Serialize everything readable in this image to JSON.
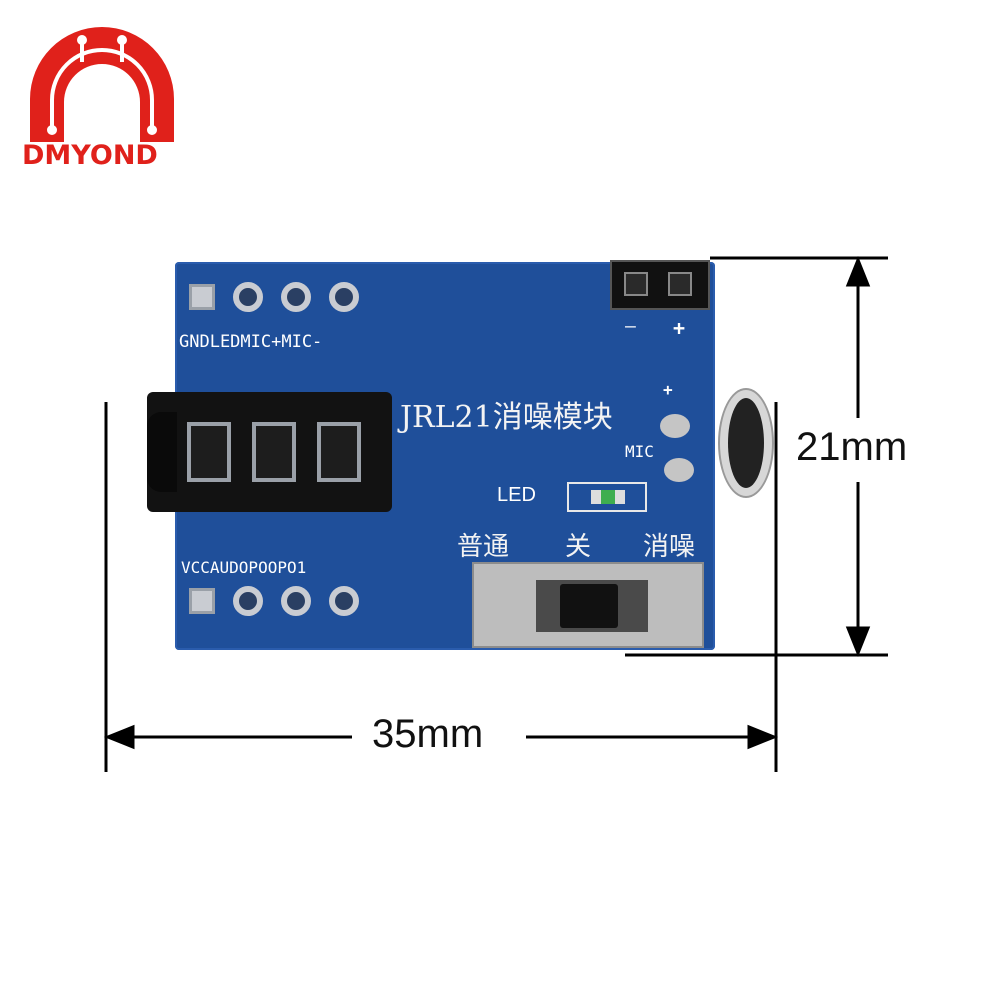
{
  "brand": {
    "name": "DMYOND",
    "color": "#e0211b"
  },
  "board": {
    "top_pins": [
      "GND",
      "LED",
      "MIC+",
      "MIC-"
    ],
    "top_pins_text": "GNDLEDMIC+MIC-",
    "bottom_pins_text": "VCCAUDOPOOPO1",
    "title": "JRL21消噪模块",
    "mic_label": "MIC",
    "led_label": "LED",
    "switch_labels": [
      "普通",
      "关",
      "消噪"
    ],
    "header_minus": "—",
    "header_plus": "+",
    "mic_plus": "+",
    "color": "#1f4f9a"
  },
  "dimensions": {
    "height_label": "21mm",
    "width_label": "35mm"
  }
}
